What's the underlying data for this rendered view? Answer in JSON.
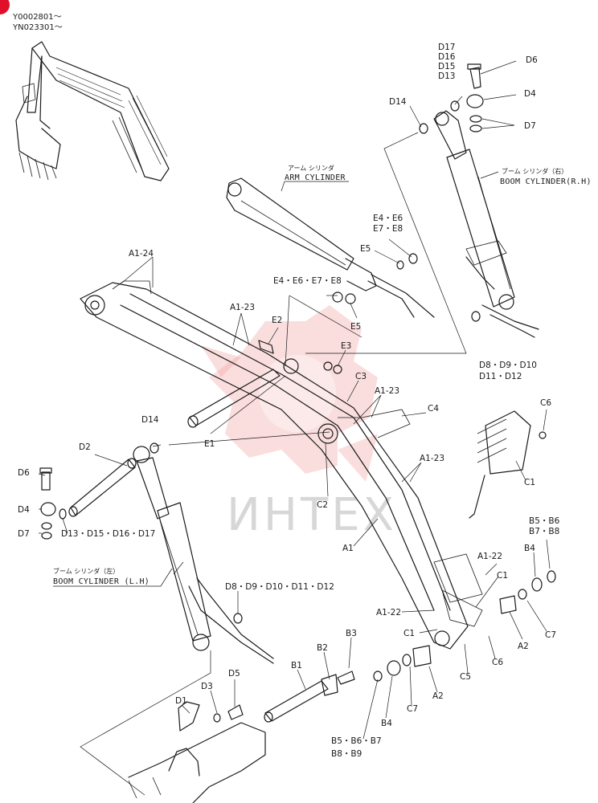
{
  "serial_numbers": [
    "Y0002801～",
    "YN023301～"
  ],
  "watermark": {
    "text": "ИНТЕХ",
    "color": "#f0a0a0"
  },
  "corner_badge_color": "#e0102a",
  "titles": {
    "arm_cylinder_jp": "アーム シリンダ",
    "arm_cylinder_en": "ARM CYLINDER",
    "boom_cyl_rh_jp": "ブーム シリンダ（右）",
    "boom_cyl_rh_en": "BOOM CYLINDER(R.H)",
    "boom_cyl_lh_jp": "ブーム シリンダ（左）",
    "boom_cyl_lh_en": "BOOM CYLINDER (L.H)"
  },
  "labels": {
    "d17_stack": [
      "D17",
      "D16",
      "D15",
      "D13"
    ],
    "d6_top": "D6",
    "d4_top": "D4",
    "d7_top": "D7",
    "d14_top": "D14",
    "e4e6_a": "E4・E6",
    "e7e8_a": "E7・E8",
    "e5_top": "E5",
    "e4e6e7e8_b": "E4・E6・E7・E8",
    "e5_bot": "E5",
    "a1_24": "A1-24",
    "a1_23_a": "A1-23",
    "e2": "E2",
    "e3": "E3",
    "c3": "C3",
    "a1_23_b": "A1-23",
    "c4": "C4",
    "e1": "E1",
    "c6_top": "C6",
    "c1_top": "C1",
    "d14_mid": "D14",
    "d2": "D2",
    "d6_left": "D6",
    "d4_left": "D4",
    "d7_left": "D7",
    "d13_left": "D13・D15・D16・D17",
    "c2": "C2",
    "a1_23_c": "A1-23",
    "a1": "A1",
    "d8_right_a": "D8・D9・D10",
    "d8_right_b": "D11・D12",
    "b5b6_a": "B5・B6",
    "b7b8_a": "B7・B8",
    "b4_right": "B4",
    "a1_22_a": "A1-22",
    "c1_mid": "C1",
    "a1_22_b": "A1-22",
    "c1_left": "C1",
    "c7_right": "C7",
    "a2_right": "A2",
    "c6_bot": "C6",
    "c5": "C5",
    "d8_left": "D8・D9・D10・D11・D12",
    "b3": "B3",
    "b2": "B2",
    "b1": "B1",
    "d5": "D5",
    "d3": "D3",
    "d1": "D1",
    "c7_bot": "C7",
    "a2_bot": "A2",
    "b4_bot": "B4",
    "b5b6_b": "B5・B6・B7",
    "b8b9": "B8・B9"
  }
}
